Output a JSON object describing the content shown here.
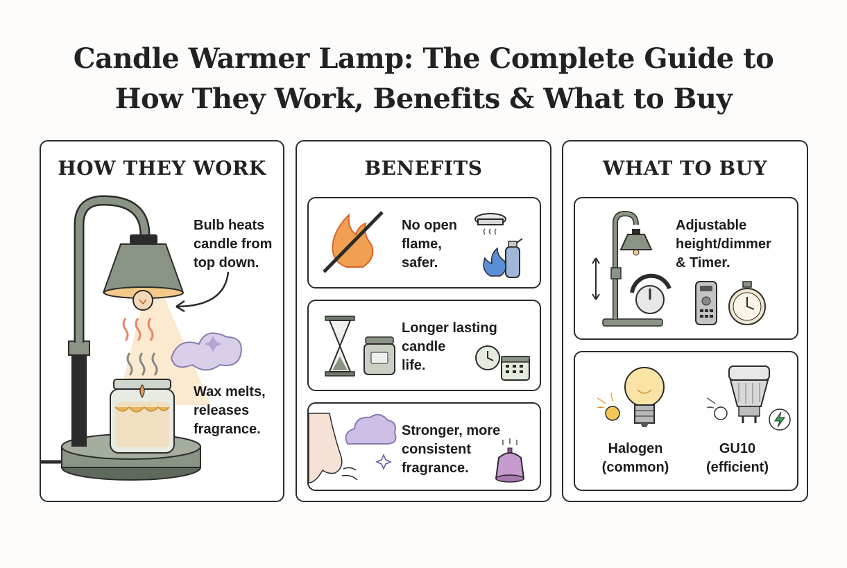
{
  "title": {
    "line1": "Candle Warmer Lamp: The Complete Guide to",
    "line2": "How They Work, Benefits & What to Buy"
  },
  "how": {
    "heading": "HOW THEY WORK",
    "bulb_text": [
      "Bulb heats",
      "candle from",
      "top down."
    ],
    "wax_text": [
      "Wax melts,",
      "releases",
      "fragrance."
    ]
  },
  "benefits": {
    "heading": "BENEFITS",
    "items": [
      {
        "lines": [
          "No open",
          "flame,",
          "safer."
        ]
      },
      {
        "lines": [
          "Longer lasting",
          "candle",
          "life."
        ]
      },
      {
        "lines": [
          "Stronger, more",
          "consistent",
          "fragrance."
        ]
      }
    ]
  },
  "buy": {
    "heading": "WHAT TO BUY",
    "features": [
      "Adjustable",
      "height/dimmer",
      "& Timer."
    ],
    "halogen": [
      "Halogen",
      "(common)"
    ],
    "gu10": [
      "GU10",
      "(efficient)"
    ]
  },
  "colors": {
    "sage": "#8a9484",
    "sage_dark": "#5f6a5c",
    "flame": "#f0a050",
    "purple": "#b9a3d6",
    "outline": "#2b2b2b",
    "glow": "#f7d9a8"
  },
  "icons": [
    "lamp-icon",
    "bulb-icon",
    "steam-icon",
    "scent-cloud-icon",
    "candle-jar-icon",
    "no-flame-icon",
    "smoke-detector-icon",
    "fire-extinguisher-icon",
    "hourglass-icon",
    "jar-icon",
    "clock-icon",
    "calendar-icon",
    "nose-icon",
    "cloud-icon",
    "diffuser-icon",
    "adjustable-lamp-icon",
    "dimmer-knob-icon",
    "remote-icon",
    "stopwatch-icon",
    "halogen-bulb-icon",
    "gu10-bulb-icon",
    "lightning-icon"
  ]
}
